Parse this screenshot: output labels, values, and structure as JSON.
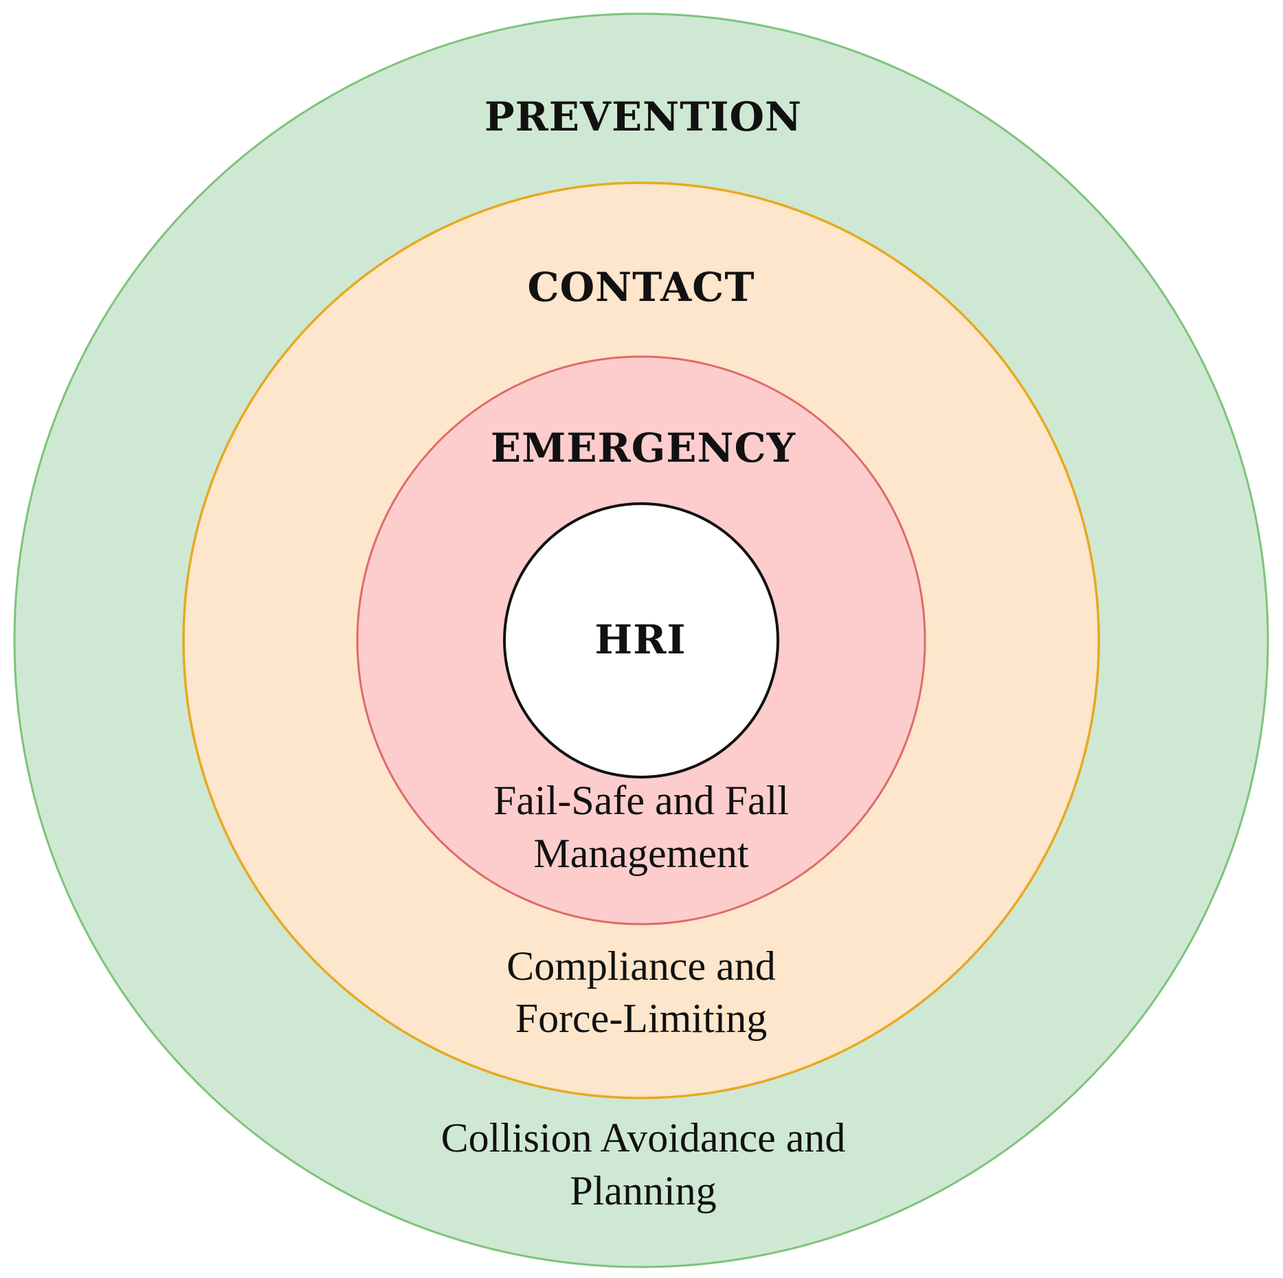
{
  "diagram": {
    "rings": [
      {
        "id": "prevention",
        "title": "PREVENTION",
        "description_lines": [
          "Collision Avoidance and",
          "Planning"
        ],
        "fill": "#cfe8d3",
        "stroke": "#7cc47a"
      },
      {
        "id": "contact",
        "title": "CONTACT",
        "description_lines": [
          "Compliance and",
          "Force-Limiting"
        ],
        "fill": "#fde6cb",
        "stroke": "#e8a820"
      },
      {
        "id": "emergency",
        "title": "EMERGENCY",
        "description_lines": [
          "Fail-Safe and Fall",
          "Management"
        ],
        "fill": "#fdcdcd",
        "stroke": "#e06a6a"
      }
    ],
    "core": {
      "label": "HRI",
      "fill": "#ffffff",
      "stroke": "#111111"
    }
  }
}
